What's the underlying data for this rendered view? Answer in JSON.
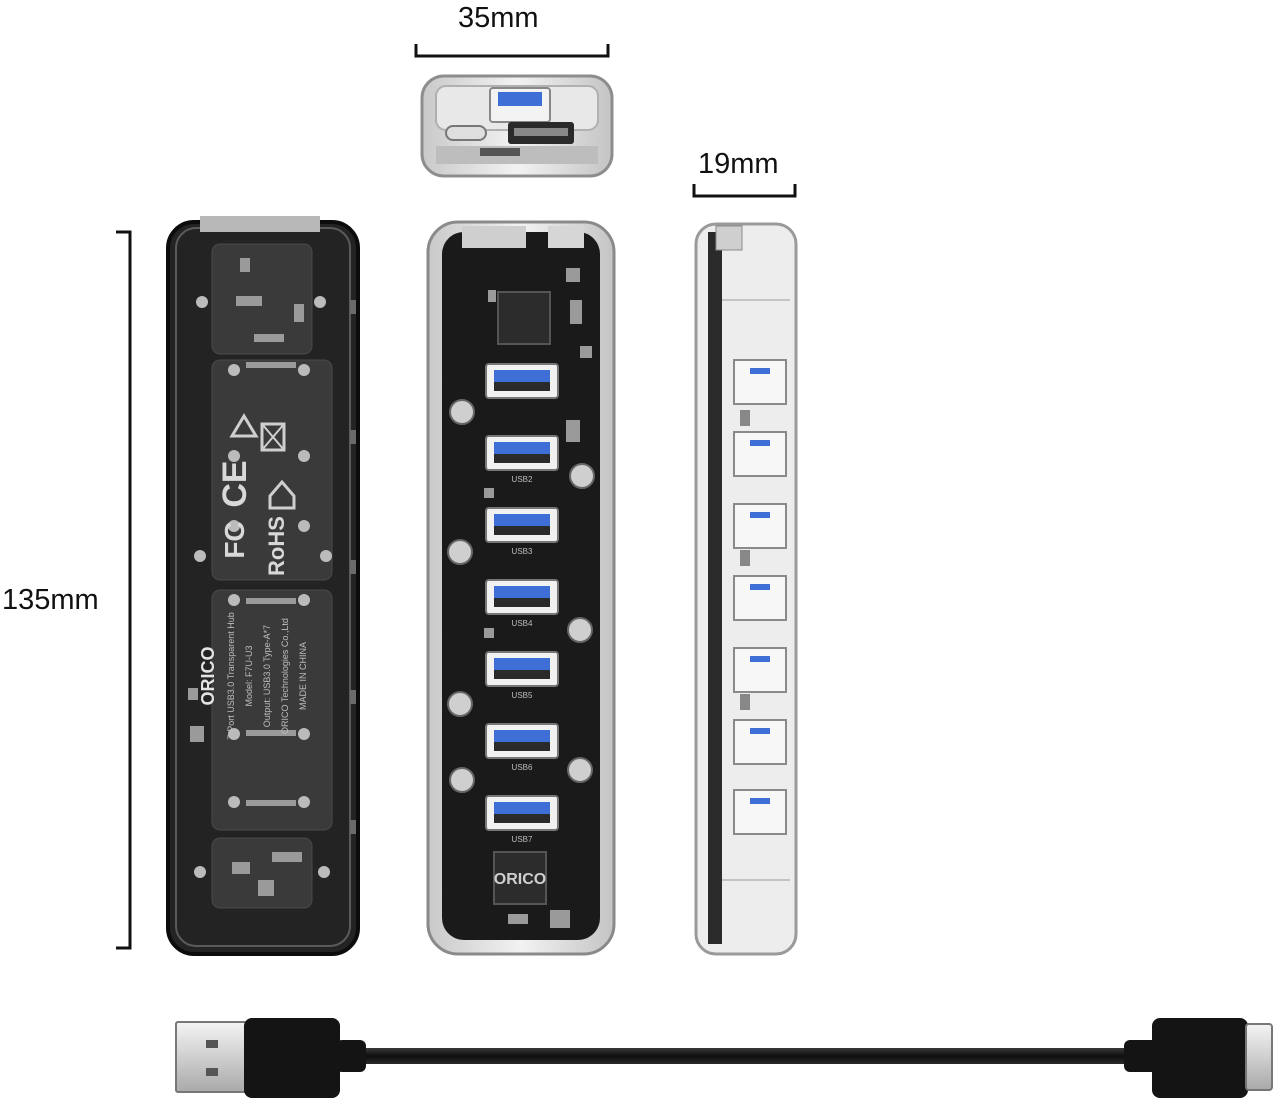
{
  "dimensions": {
    "width": "35mm",
    "depth": "19mm",
    "length": "135mm"
  },
  "back_panel": {
    "brand": "ORICO",
    "certifications": [
      "FC",
      "CE",
      "RoHS"
    ],
    "spec_lines": [
      "7-Port USB3.0 Transparent Hub",
      "Model: F7U-U3",
      "Output: USB3.0 Type-A*7",
      "ORICO Technologies Co.,Ltd",
      "MADE IN CHINA"
    ]
  },
  "front_panel": {
    "brand": "ORICO",
    "port_labels": [
      "",
      "USB2",
      "USB3",
      "USB4",
      "USB5",
      "USB6",
      "USB7"
    ]
  },
  "colors": {
    "usb_port_blue": "#3d6fd6",
    "case_dark": "#161616",
    "case_clear": "#e4e4e4",
    "cable_black": "#111111"
  },
  "icons": [
    "usb-a-plug-icon",
    "micro-b-plug-icon",
    "certification-marks-icon"
  ]
}
